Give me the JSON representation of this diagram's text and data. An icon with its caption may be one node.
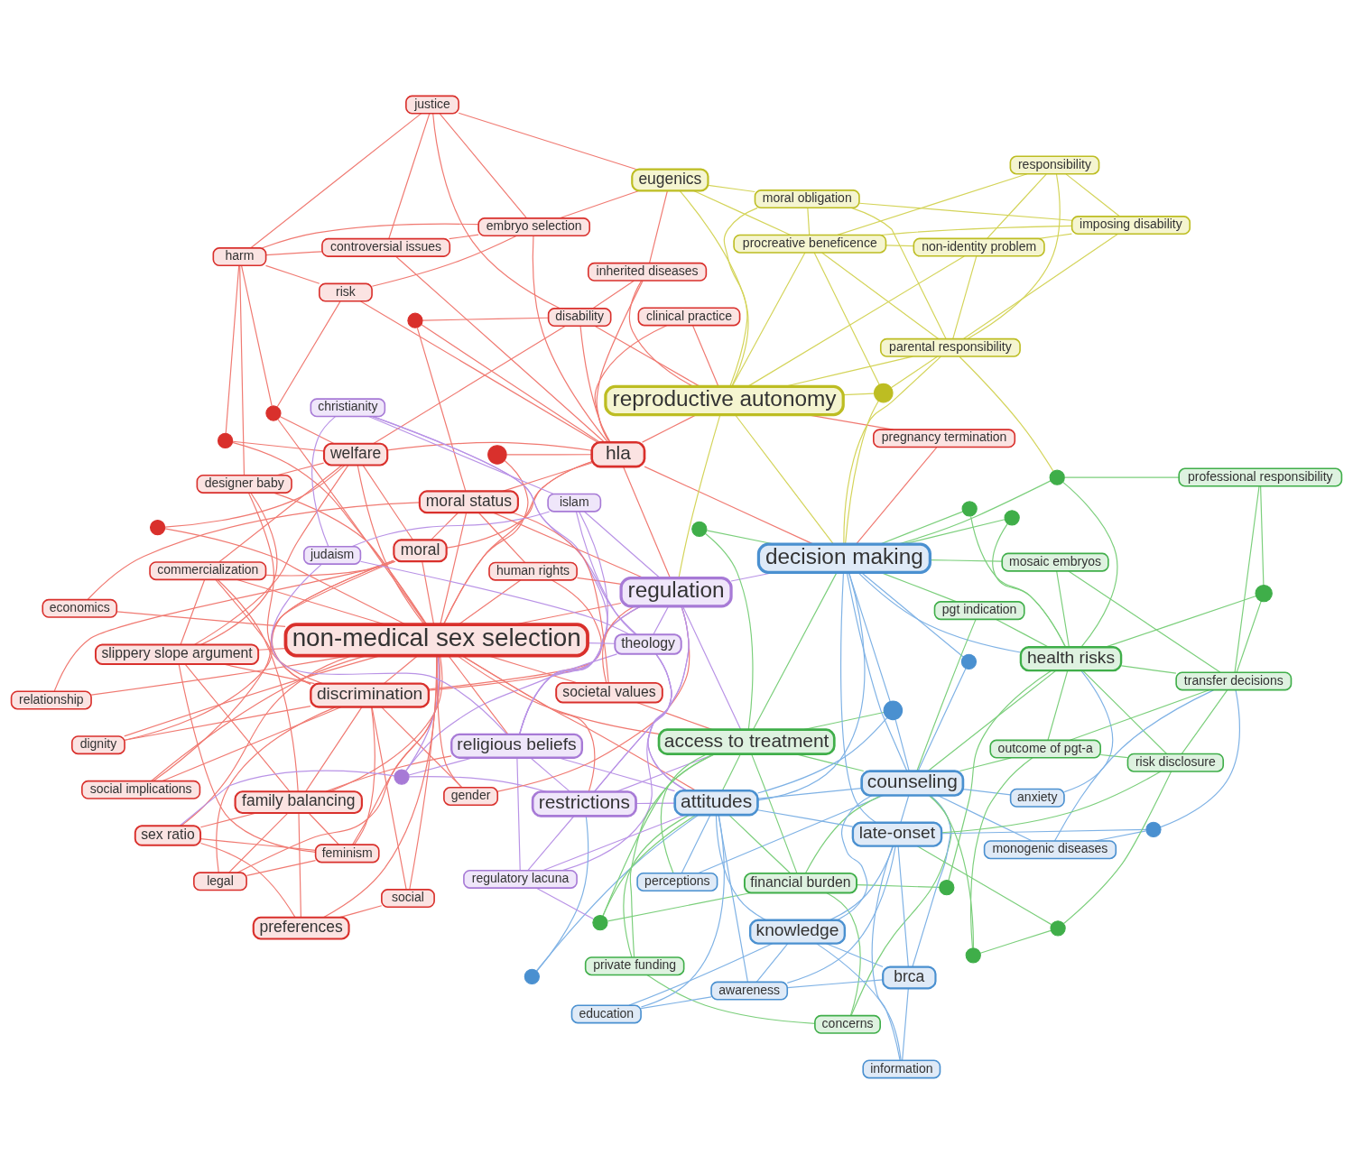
{
  "diagram": {
    "nodes": [
      {
        "text": [
          "designer baby"
        ]
      },
      {
        "text": [
          "slippery slope argument"
        ]
      },
      {
        "text": [
          "feminism"
        ]
      },
      {
        "text": [],
        "shape": "circle"
      },
      {
        "text": [],
        "shape": "circle"
      },
      {
        "text": [
          "commercialization"
        ]
      },
      {
        "text": [
          "harm"
        ]
      },
      {
        "text": [
          "dignity"
        ]
      },
      {
        "text": [
          "legal"
        ]
      },
      {
        "text": [],
        "shape": "circle"
      },
      {
        "text": [
          "welfare"
        ]
      },
      {
        "text": [
          "family balancing"
        ]
      },
      {
        "text": [
          "sex ratio"
        ]
      },
      {
        "text": [
          "social implications"
        ]
      },
      {
        "text": [
          "risk"
        ]
      },
      {
        "text": [
          "controversial issues"
        ]
      },
      {
        "text": [
          "discrimination"
        ]
      },
      {
        "text": [
          "relationship"
        ]
      },
      {
        "text": [],
        "shape": "circle"
      },
      {
        "text": [
          "embryo selection"
        ]
      },
      {
        "text": [
          "social"
        ]
      },
      {
        "text": [
          "preferences"
        ]
      },
      {
        "text": [
          "moral"
        ]
      },
      {
        "text": [
          "inherited diseases"
        ]
      },
      {
        "text": [
          "economics"
        ]
      },
      {
        "text": [
          "justice"
        ]
      },
      {
        "text": [
          "non-medical sex selection"
        ]
      },
      {
        "text": [],
        "shape": "circle"
      },
      {
        "text": [],
        "shape": "circle"
      },
      {
        "text": [
          "disability"
        ]
      },
      {
        "text": [
          "religious beliefs"
        ]
      },
      {
        "text": [
          "judaism"
        ]
      },
      {
        "text": [
          "eugenics"
        ]
      },
      {
        "text": [
          "moral obligation"
        ]
      },
      {
        "text": [
          "gender"
        ]
      },
      {
        "text": [
          "human rights"
        ]
      },
      {
        "text": [
          "imposing disability"
        ]
      },
      {
        "text": [
          "christianity"
        ]
      },
      {
        "text": [
          "clinical practice"
        ]
      },
      {
        "text": [
          "hla"
        ]
      },
      {
        "text": [
          "moral status"
        ]
      },
      {
        "text": [
          "islam"
        ]
      },
      {
        "text": [
          "procreative beneficence"
        ]
      },
      {
        "text": [
          "non-identity problem"
        ]
      },
      {
        "text": [
          "societal values"
        ]
      },
      {
        "text": [
          "reproductive autonomy"
        ]
      },
      {
        "text": [
          "regulation"
        ]
      },
      {
        "text": [],
        "shape": "circle"
      },
      {
        "text": [
          "restrictions"
        ]
      },
      {
        "text": [
          "theology"
        ]
      },
      {
        "text": [],
        "shape": "circle"
      },
      {
        "text": [
          "pregnancy termination"
        ]
      },
      {
        "text": [],
        "shape": "circle"
      },
      {
        "text": [],
        "shape": "circle"
      },
      {
        "text": [
          "responsibility"
        ]
      },
      {
        "text": [
          "access to treatment"
        ]
      },
      {
        "text": [],
        "shape": "circle"
      },
      {
        "text": [
          "decision making"
        ]
      },
      {
        "text": [],
        "shape": "circle"
      },
      {
        "text": [
          "parental responsibility"
        ]
      },
      {
        "text": [],
        "shape": "circle"
      },
      {
        "text": [
          "regulatory lacuna"
        ]
      },
      {
        "text": [
          "pgt indication"
        ]
      },
      {
        "text": [
          "perceptions"
        ]
      },
      {
        "text": [],
        "shape": "circle"
      },
      {
        "text": [
          "mosaic embryos"
        ]
      },
      {
        "text": [],
        "shape": "circle"
      },
      {
        "text": [
          "financial burden"
        ]
      },
      {
        "text": [],
        "shape": "circle"
      },
      {
        "text": [
          "anxiety"
        ]
      },
      {
        "text": [
          "private funding"
        ]
      },
      {
        "text": [
          "attitudes"
        ]
      },
      {
        "text": [],
        "shape": "circle"
      },
      {
        "text": [
          "health risks"
        ]
      },
      {
        "text": [
          "professional responsibility"
        ]
      },
      {
        "text": [
          "concerns"
        ]
      },
      {
        "text": [
          "transfer decisions"
        ]
      },
      {
        "text": [
          "counseling"
        ]
      },
      {
        "text": [
          "outcome of pgt-a"
        ]
      },
      {
        "text": [
          "knowledge"
        ]
      },
      {
        "text": [
          "education"
        ]
      },
      {
        "text": [],
        "shape": "circle"
      },
      {
        "text": [
          "monogenic diseases"
        ]
      },
      {
        "text": [],
        "shape": "circle"
      },
      {
        "text": [],
        "shape": "circle"
      },
      {
        "text": [
          "late-onset"
        ]
      },
      {
        "text": [
          "risk disclosure"
        ]
      },
      {
        "text": [
          "brca"
        ]
      },
      {
        "text": [
          "information"
        ]
      },
      {
        "text": [
          "awareness"
        ]
      }
    ],
    "edges": [
      {
        "from": 0,
        "to": 1,
        "arrow": "none"
      },
      {
        "from": 0,
        "to": 6,
        "arrow": "none"
      },
      {
        "from": 0,
        "to": 10,
        "arrow": "none"
      },
      {
        "from": 0,
        "to": 16,
        "arrow": "none"
      },
      {
        "from": 0,
        "to": 26,
        "arrow": "none"
      },
      {
        "from": 1,
        "to": 2,
        "arrow": "none"
      },
      {
        "from": 1,
        "to": 5,
        "arrow": "none"
      },
      {
        "from": 1,
        "to": 10,
        "arrow": "none"
      },
      {
        "from": 1,
        "to": 11,
        "arrow": "none"
      },
      {
        "from": 1,
        "to": 16,
        "arrow": "none"
      },
      {
        "from": 1,
        "to": 26,
        "arrow": "none"
      },
      {
        "from": 2,
        "to": 8,
        "arrow": "none"
      },
      {
        "from": 2,
        "to": 11,
        "arrow": "none"
      },
      {
        "from": 2,
        "to": 12,
        "arrow": "none"
      },
      {
        "from": 2,
        "to": 16,
        "arrow": "none"
      },
      {
        "from": 2,
        "to": 26,
        "arrow": "none"
      },
      {
        "from": 3,
        "to": 6,
        "arrow": "none"
      },
      {
        "from": 3,
        "to": 10,
        "arrow": "none"
      },
      {
        "from": 3,
        "to": 14,
        "arrow": "none"
      },
      {
        "from": 3,
        "to": 26,
        "arrow": "none"
      },
      {
        "from": 4,
        "to": 6,
        "arrow": "none"
      },
      {
        "from": 4,
        "to": 10,
        "arrow": "none"
      },
      {
        "from": 4,
        "to": 26,
        "arrow": "none"
      },
      {
        "from": 5,
        "to": 10,
        "arrow": "none"
      },
      {
        "from": 5,
        "to": 11,
        "arrow": "none"
      },
      {
        "from": 5,
        "to": 16,
        "arrow": "none"
      },
      {
        "from": 5,
        "to": 22,
        "arrow": "none"
      },
      {
        "from": 5,
        "to": 26,
        "arrow": "none"
      },
      {
        "from": 6,
        "to": 14,
        "arrow": "none"
      },
      {
        "from": 6,
        "to": 15,
        "arrow": "none"
      },
      {
        "from": 6,
        "to": 19,
        "arrow": "none"
      },
      {
        "from": 6,
        "to": 25,
        "arrow": "none"
      },
      {
        "from": 7,
        "to": 16,
        "arrow": "none"
      },
      {
        "from": 7,
        "to": 22,
        "arrow": "none"
      },
      {
        "from": 7,
        "to": 26,
        "arrow": "none"
      },
      {
        "from": 8,
        "to": 11,
        "arrow": "none"
      },
      {
        "from": 8,
        "to": 16,
        "arrow": "none"
      },
      {
        "from": 8,
        "to": 26,
        "arrow": "none"
      },
      {
        "from": 9,
        "to": 10,
        "arrow": "none"
      },
      {
        "from": 9,
        "to": 26,
        "arrow": "none"
      },
      {
        "from": 10,
        "to": 22,
        "arrow": "none"
      },
      {
        "from": 10,
        "to": 29,
        "arrow": "none"
      },
      {
        "from": 10,
        "to": 39,
        "arrow": "none"
      },
      {
        "from": 10,
        "to": 26,
        "arrow": "none"
      },
      {
        "from": 11,
        "to": 12,
        "arrow": "none"
      },
      {
        "from": 11,
        "to": 21,
        "arrow": "none"
      },
      {
        "from": 11,
        "to": 16,
        "arrow": "none"
      },
      {
        "from": 11,
        "to": 26,
        "arrow": "none"
      },
      {
        "from": 11,
        "to": 30,
        "arrow": "none"
      },
      {
        "from": 12,
        "to": 21,
        "arrow": "none"
      },
      {
        "from": 12,
        "to": 26,
        "arrow": "none"
      },
      {
        "from": 13,
        "to": 16,
        "arrow": "none"
      },
      {
        "from": 13,
        "to": 22,
        "arrow": "none"
      },
      {
        "from": 13,
        "to": 26,
        "arrow": "none"
      },
      {
        "from": 14,
        "to": 19,
        "arrow": "none"
      },
      {
        "from": 14,
        "to": 39,
        "arrow": "none"
      },
      {
        "from": 15,
        "to": 19,
        "arrow": "none"
      },
      {
        "from": 15,
        "to": 25,
        "arrow": "none"
      },
      {
        "from": 15,
        "to": 39,
        "arrow": "none"
      },
      {
        "from": 16,
        "to": 20,
        "arrow": "none"
      },
      {
        "from": 16,
        "to": 22,
        "arrow": "none"
      },
      {
        "from": 16,
        "to": 26,
        "arrow": "none"
      },
      {
        "from": 16,
        "to": 34,
        "arrow": "none"
      },
      {
        "from": 16,
        "to": 35,
        "arrow": "none"
      },
      {
        "from": 16,
        "to": 46,
        "arrow": "none"
      },
      {
        "from": 17,
        "to": 22,
        "arrow": "none"
      },
      {
        "from": 17,
        "to": 26,
        "arrow": "none"
      },
      {
        "from": 19,
        "to": 25,
        "arrow": "none"
      },
      {
        "from": 19,
        "to": 32,
        "arrow": "none"
      },
      {
        "from": 19,
        "to": 39,
        "arrow": "none"
      },
      {
        "from": 20,
        "to": 21,
        "arrow": "none"
      },
      {
        "from": 20,
        "to": 26,
        "arrow": "none"
      },
      {
        "from": 21,
        "to": 26,
        "arrow": "none"
      },
      {
        "from": 22,
        "to": 26,
        "arrow": "none"
      },
      {
        "from": 22,
        "to": 39,
        "arrow": "none"
      },
      {
        "from": 22,
        "to": 40,
        "arrow": "none"
      },
      {
        "from": 23,
        "to": 29,
        "arrow": "none"
      },
      {
        "from": 23,
        "to": 32,
        "arrow": "none"
      },
      {
        "from": 23,
        "to": 39,
        "arrow": "none"
      },
      {
        "from": 23,
        "to": 45,
        "arrow": "none"
      },
      {
        "from": 24,
        "to": 26,
        "arrow": "none"
      },
      {
        "from": 24,
        "to": 40,
        "arrow": "none"
      },
      {
        "from": 25,
        "to": 29,
        "arrow": "none"
      },
      {
        "from": 25,
        "to": 32,
        "arrow": "none"
      },
      {
        "from": 26,
        "to": 27,
        "arrow": "none"
      },
      {
        "from": 26,
        "to": 30,
        "arrow": "none"
      },
      {
        "from": 26,
        "to": 34,
        "arrow": "none"
      },
      {
        "from": 26,
        "to": 35,
        "arrow": "none"
      },
      {
        "from": 26,
        "to": 39,
        "arrow": "none"
      },
      {
        "from": 26,
        "to": 40,
        "arrow": "none"
      },
      {
        "from": 26,
        "to": 44,
        "arrow": "none"
      },
      {
        "from": 26,
        "to": 46,
        "arrow": "none"
      },
      {
        "from": 26,
        "to": 48,
        "arrow": "none"
      },
      {
        "from": 26,
        "to": 55,
        "arrow": "none"
      },
      {
        "from": 26,
        "to": 71,
        "arrow": "none"
      },
      {
        "from": 27,
        "to": 39,
        "arrow": "none"
      },
      {
        "from": 28,
        "to": 29,
        "arrow": "none"
      },
      {
        "from": 28,
        "to": 39,
        "arrow": "none"
      },
      {
        "from": 28,
        "to": 40,
        "arrow": "none"
      },
      {
        "from": 29,
        "to": 39,
        "arrow": "none"
      },
      {
        "from": 29,
        "to": 45,
        "arrow": "none"
      },
      {
        "from": 34,
        "to": 46,
        "arrow": "none"
      },
      {
        "from": 35,
        "to": 40,
        "arrow": "none"
      },
      {
        "from": 35,
        "to": 46,
        "arrow": "none"
      },
      {
        "from": 38,
        "to": 39,
        "arrow": "none"
      },
      {
        "from": 38,
        "to": 45,
        "arrow": "none"
      },
      {
        "from": 39,
        "to": 40,
        "arrow": "none"
      },
      {
        "from": 39,
        "to": 45,
        "arrow": "none"
      },
      {
        "from": 39,
        "to": 46,
        "arrow": "none"
      },
      {
        "from": 39,
        "to": 57,
        "arrow": "none"
      },
      {
        "from": 40,
        "to": 44,
        "arrow": "none"
      },
      {
        "from": 40,
        "to": 46,
        "arrow": "none"
      },
      {
        "from": 44,
        "to": 46,
        "arrow": "none"
      },
      {
        "from": 44,
        "to": 55,
        "arrow": "none"
      },
      {
        "from": 51,
        "to": 57,
        "arrow": "none"
      },
      {
        "from": 51,
        "to": 45,
        "arrow": "none"
      },
      {
        "from": 18,
        "to": 12,
        "arrow": "none",
        "color": "#b993e6"
      },
      {
        "from": 18,
        "to": 26,
        "arrow": "none",
        "color": "#b993e6"
      },
      {
        "from": 18,
        "to": 30,
        "arrow": "none",
        "color": "#b993e6"
      },
      {
        "from": 18,
        "to": 46,
        "arrow": "none",
        "color": "#b993e6"
      },
      {
        "from": 18,
        "to": 48,
        "arrow": "none",
        "color": "#b993e6"
      },
      {
        "from": 30,
        "to": 31,
        "arrow": "none",
        "color": "#b993e6"
      },
      {
        "from": 30,
        "to": 37,
        "arrow": "none",
        "color": "#b993e6"
      },
      {
        "from": 30,
        "to": 41,
        "arrow": "none",
        "color": "#b993e6"
      },
      {
        "from": 30,
        "to": 46,
        "arrow": "none",
        "color": "#b993e6"
      },
      {
        "from": 30,
        "to": 48,
        "arrow": "none",
        "color": "#b993e6"
      },
      {
        "from": 30,
        "to": 49,
        "arrow": "none",
        "color": "#b993e6"
      },
      {
        "from": 30,
        "to": 61,
        "arrow": "none",
        "color": "#b993e6"
      },
      {
        "from": 30,
        "to": 71,
        "arrow": "none",
        "color": "#b993e6"
      },
      {
        "from": 31,
        "to": 37,
        "arrow": "none",
        "color": "#b993e6"
      },
      {
        "from": 31,
        "to": 41,
        "arrow": "none",
        "color": "#b993e6"
      },
      {
        "from": 31,
        "to": 49,
        "arrow": "none",
        "color": "#b993e6"
      },
      {
        "from": 37,
        "to": 41,
        "arrow": "none",
        "color": "#b993e6"
      },
      {
        "from": 37,
        "to": 49,
        "arrow": "none",
        "color": "#b993e6"
      },
      {
        "from": 41,
        "to": 49,
        "arrow": "none",
        "color": "#b993e6"
      },
      {
        "from": 41,
        "to": 46,
        "arrow": "none",
        "color": "#b993e6"
      },
      {
        "from": 46,
        "to": 48,
        "arrow": "none",
        "color": "#b993e6"
      },
      {
        "from": 46,
        "to": 49,
        "arrow": "none",
        "color": "#b993e6"
      },
      {
        "from": 46,
        "to": 55,
        "arrow": "none",
        "color": "#b993e6"
      },
      {
        "from": 46,
        "to": 71,
        "arrow": "none",
        "color": "#b993e6"
      },
      {
        "from": 46,
        "to": 57,
        "arrow": "none",
        "color": "#b993e6"
      },
      {
        "from": 48,
        "to": 49,
        "arrow": "none",
        "color": "#b993e6"
      },
      {
        "from": 48,
        "to": 61,
        "arrow": "none",
        "color": "#b993e6"
      },
      {
        "from": 48,
        "to": 55,
        "arrow": "none",
        "color": "#b993e6"
      },
      {
        "from": 48,
        "to": 71,
        "arrow": "none",
        "color": "#b993e6"
      },
      {
        "from": 49,
        "to": 61,
        "arrow": "none",
        "color": "#b993e6"
      },
      {
        "from": 49,
        "to": 71,
        "arrow": "none",
        "color": "#b993e6"
      },
      {
        "from": 49,
        "to": 26,
        "arrow": "none",
        "color": "#b993e6"
      },
      {
        "from": 61,
        "to": 68,
        "arrow": "none",
        "color": "#b993e6"
      },
      {
        "from": 61,
        "to": 71,
        "arrow": "none",
        "color": "#b993e6"
      },
      {
        "from": 32,
        "to": 45,
        "arrow": "none",
        "color": "#d4d45a"
      },
      {
        "from": 32,
        "to": 33,
        "arrow": "none",
        "color": "#d4d45a"
      },
      {
        "from": 32,
        "to": 42,
        "arrow": "none",
        "color": "#d4d45a"
      },
      {
        "from": 33,
        "to": 36,
        "arrow": "none",
        "color": "#d4d45a"
      },
      {
        "from": 33,
        "to": 42,
        "arrow": "none",
        "color": "#d4d45a"
      },
      {
        "from": 33,
        "to": 45,
        "arrow": "none",
        "color": "#d4d45a"
      },
      {
        "from": 33,
        "to": 59,
        "arrow": "none",
        "color": "#d4d45a"
      },
      {
        "from": 36,
        "to": 42,
        "arrow": "none",
        "color": "#d4d45a"
      },
      {
        "from": 36,
        "to": 43,
        "arrow": "none",
        "color": "#d4d45a"
      },
      {
        "from": 36,
        "to": 59,
        "arrow": "none",
        "color": "#d4d45a"
      },
      {
        "from": 36,
        "to": 54,
        "arrow": "none",
        "color": "#d4d45a"
      },
      {
        "from": 42,
        "to": 43,
        "arrow": "none",
        "color": "#d4d45a"
      },
      {
        "from": 42,
        "to": 45,
        "arrow": "none",
        "color": "#d4d45a"
      },
      {
        "from": 42,
        "to": 47,
        "arrow": "none",
        "color": "#d4d45a"
      },
      {
        "from": 42,
        "to": 59,
        "arrow": "none",
        "color": "#d4d45a"
      },
      {
        "from": 42,
        "to": 54,
        "arrow": "none",
        "color": "#d4d45a"
      },
      {
        "from": 43,
        "to": 54,
        "arrow": "none",
        "color": "#d4d45a"
      },
      {
        "from": 43,
        "to": 59,
        "arrow": "none",
        "color": "#d4d45a"
      },
      {
        "from": 43,
        "to": 45,
        "arrow": "none",
        "color": "#d4d45a"
      },
      {
        "from": 45,
        "to": 47,
        "arrow": "none",
        "color": "#d4d45a"
      },
      {
        "from": 45,
        "to": 57,
        "arrow": "none",
        "color": "#d4d45a"
      },
      {
        "from": 45,
        "to": 46,
        "arrow": "none",
        "color": "#d4d45a"
      },
      {
        "from": 45,
        "to": 59,
        "arrow": "none",
        "color": "#d4d45a"
      },
      {
        "from": 47,
        "to": 57,
        "arrow": "none",
        "color": "#d4d45a"
      },
      {
        "from": 47,
        "to": 59,
        "arrow": "none",
        "color": "#d4d45a"
      },
      {
        "from": 54,
        "to": 59,
        "arrow": "none",
        "color": "#d4d45a"
      },
      {
        "from": 59,
        "to": 57,
        "arrow": "none",
        "color": "#d4d45a"
      },
      {
        "from": 59,
        "to": 60,
        "arrow": "none",
        "color": "#d4d45a"
      },
      {
        "from": 52,
        "to": 55,
        "arrow": "none",
        "color": "#7ccf7c"
      },
      {
        "from": 52,
        "to": 57,
        "arrow": "none",
        "color": "#7ccf7c"
      },
      {
        "from": 53,
        "to": 57,
        "arrow": "none",
        "color": "#7ccf7c"
      },
      {
        "from": 53,
        "to": 73,
        "arrow": "none",
        "color": "#7ccf7c"
      },
      {
        "from": 55,
        "to": 56,
        "arrow": "none",
        "color": "#7ccf7c"
      },
      {
        "from": 55,
        "to": 57,
        "arrow": "none",
        "color": "#7ccf7c"
      },
      {
        "from": 55,
        "to": 63,
        "arrow": "none",
        "color": "#7ccf7c"
      },
      {
        "from": 55,
        "to": 67,
        "arrow": "none",
        "color": "#7ccf7c"
      },
      {
        "from": 55,
        "to": 70,
        "arrow": "none",
        "color": "#7ccf7c"
      },
      {
        "from": 55,
        "to": 71,
        "arrow": "none",
        "color": "#7ccf7c"
      },
      {
        "from": 55,
        "to": 77,
        "arrow": "none",
        "color": "#7ccf7c"
      },
      {
        "from": 55,
        "to": 68,
        "arrow": "none",
        "color": "#7ccf7c"
      },
      {
        "from": 60,
        "to": 73,
        "arrow": "none",
        "color": "#7ccf7c"
      },
      {
        "from": 60,
        "to": 74,
        "arrow": "none",
        "color": "#7ccf7c"
      },
      {
        "from": 60,
        "to": 57,
        "arrow": "none",
        "color": "#7ccf7c"
      },
      {
        "from": 62,
        "to": 73,
        "arrow": "none",
        "color": "#7ccf7c"
      },
      {
        "from": 62,
        "to": 77,
        "arrow": "none",
        "color": "#7ccf7c"
      },
      {
        "from": 62,
        "to": 57,
        "arrow": "none",
        "color": "#7ccf7c"
      },
      {
        "from": 64,
        "to": 73,
        "arrow": "none",
        "color": "#7ccf7c"
      },
      {
        "from": 64,
        "to": 57,
        "arrow": "none",
        "color": "#7ccf7c"
      },
      {
        "from": 65,
        "to": 73,
        "arrow": "none",
        "color": "#7ccf7c"
      },
      {
        "from": 65,
        "to": 76,
        "arrow": "none",
        "color": "#7ccf7c"
      },
      {
        "from": 65,
        "to": 57,
        "arrow": "none",
        "color": "#7ccf7c"
      },
      {
        "from": 66,
        "to": 67,
        "arrow": "none",
        "color": "#7ccf7c"
      },
      {
        "from": 66,
        "to": 73,
        "arrow": "none",
        "color": "#7ccf7c"
      },
      {
        "from": 67,
        "to": 68,
        "arrow": "none",
        "color": "#7ccf7c"
      },
      {
        "from": 67,
        "to": 71,
        "arrow": "none",
        "color": "#7ccf7c"
      },
      {
        "from": 67,
        "to": 75,
        "arrow": "none",
        "color": "#7ccf7c"
      },
      {
        "from": 67,
        "to": 77,
        "arrow": "none",
        "color": "#7ccf7c"
      },
      {
        "from": 68,
        "to": 71,
        "arrow": "none",
        "color": "#7ccf7c"
      },
      {
        "from": 70,
        "to": 71,
        "arrow": "none",
        "color": "#7ccf7c"
      },
      {
        "from": 70,
        "to": 75,
        "arrow": "none",
        "color": "#7ccf7c"
      },
      {
        "from": 72,
        "to": 73,
        "arrow": "none",
        "color": "#7ccf7c"
      },
      {
        "from": 72,
        "to": 74,
        "arrow": "none",
        "color": "#7ccf7c"
      },
      {
        "from": 72,
        "to": 76,
        "arrow": "none",
        "color": "#7ccf7c"
      },
      {
        "from": 73,
        "to": 77,
        "arrow": "none",
        "color": "#7ccf7c"
      },
      {
        "from": 73,
        "to": 76,
        "arrow": "none",
        "color": "#7ccf7c"
      },
      {
        "from": 73,
        "to": 78,
        "arrow": "none",
        "color": "#7ccf7c"
      },
      {
        "from": 73,
        "to": 86,
        "arrow": "none",
        "color": "#7ccf7c"
      },
      {
        "from": 74,
        "to": 76,
        "arrow": "none",
        "color": "#7ccf7c"
      },
      {
        "from": 75,
        "to": 77,
        "arrow": "none",
        "color": "#7ccf7c"
      },
      {
        "from": 76,
        "to": 78,
        "arrow": "none",
        "color": "#7ccf7c"
      },
      {
        "from": 76,
        "to": 86,
        "arrow": "none",
        "color": "#7ccf7c"
      },
      {
        "from": 78,
        "to": 83,
        "arrow": "none",
        "color": "#7ccf7c"
      },
      {
        "from": 78,
        "to": 86,
        "arrow": "none",
        "color": "#7ccf7c"
      },
      {
        "from": 78,
        "to": 77,
        "arrow": "none",
        "color": "#7ccf7c"
      },
      {
        "from": 83,
        "to": 84,
        "arrow": "none",
        "color": "#7ccf7c"
      },
      {
        "from": 83,
        "to": 77,
        "arrow": "none",
        "color": "#7ccf7c"
      },
      {
        "from": 84,
        "to": 85,
        "arrow": "none",
        "color": "#7ccf7c"
      },
      {
        "from": 84,
        "to": 86,
        "arrow": "none",
        "color": "#7ccf7c"
      },
      {
        "from": 86,
        "to": 85,
        "arrow": "none",
        "color": "#7ccf7c"
      },
      {
        "from": 50,
        "to": 48,
        "arrow": "none",
        "color": "#7fb2e5"
      },
      {
        "from": 50,
        "to": 71,
        "arrow": "none",
        "color": "#7fb2e5"
      },
      {
        "from": 56,
        "to": 57,
        "arrow": "none",
        "color": "#7fb2e5"
      },
      {
        "from": 56,
        "to": 71,
        "arrow": "none",
        "color": "#7fb2e5"
      },
      {
        "from": 56,
        "to": 77,
        "arrow": "none",
        "color": "#7fb2e5"
      },
      {
        "from": 57,
        "to": 77,
        "arrow": "none",
        "color": "#7fb2e5"
      },
      {
        "from": 57,
        "to": 58,
        "arrow": "none",
        "color": "#7fb2e5"
      },
      {
        "from": 57,
        "to": 71,
        "arrow": "none",
        "color": "#7fb2e5"
      },
      {
        "from": 57,
        "to": 85,
        "arrow": "none",
        "color": "#7fb2e5"
      },
      {
        "from": 57,
        "to": 73,
        "arrow": "none",
        "color": "#7fb2e5"
      },
      {
        "from": 58,
        "to": 77,
        "arrow": "none",
        "color": "#7fb2e5"
      },
      {
        "from": 63,
        "to": 71,
        "arrow": "none",
        "color": "#7fb2e5"
      },
      {
        "from": 63,
        "to": 77,
        "arrow": "none",
        "color": "#7fb2e5"
      },
      {
        "from": 69,
        "to": 77,
        "arrow": "none",
        "color": "#7fb2e5"
      },
      {
        "from": 69,
        "to": 73,
        "arrow": "none",
        "color": "#7fb2e5"
      },
      {
        "from": 71,
        "to": 77,
        "arrow": "none",
        "color": "#7fb2e5"
      },
      {
        "from": 71,
        "to": 79,
        "arrow": "none",
        "color": "#7fb2e5"
      },
      {
        "from": 71,
        "to": 85,
        "arrow": "none",
        "color": "#7fb2e5"
      },
      {
        "from": 71,
        "to": 80,
        "arrow": "none",
        "color": "#7fb2e5"
      },
      {
        "from": 71,
        "to": 89,
        "arrow": "none",
        "color": "#7fb2e5"
      },
      {
        "from": 77,
        "to": 79,
        "arrow": "none",
        "color": "#7fb2e5"
      },
      {
        "from": 77,
        "to": 85,
        "arrow": "none",
        "color": "#7fb2e5"
      },
      {
        "from": 77,
        "to": 87,
        "arrow": "none",
        "color": "#7fb2e5"
      },
      {
        "from": 77,
        "to": 82,
        "arrow": "none",
        "color": "#7fb2e5"
      },
      {
        "from": 79,
        "to": 80,
        "arrow": "none",
        "color": "#7fb2e5"
      },
      {
        "from": 79,
        "to": 89,
        "arrow": "none",
        "color": "#7fb2e5"
      },
      {
        "from": 79,
        "to": 85,
        "arrow": "none",
        "color": "#7fb2e5"
      },
      {
        "from": 79,
        "to": 87,
        "arrow": "none",
        "color": "#7fb2e5"
      },
      {
        "from": 79,
        "to": 88,
        "arrow": "none",
        "color": "#7fb2e5"
      },
      {
        "from": 80,
        "to": 89,
        "arrow": "none",
        "color": "#7fb2e5"
      },
      {
        "from": 81,
        "to": 82,
        "arrow": "none",
        "color": "#7fb2e5"
      },
      {
        "from": 81,
        "to": 76,
        "arrow": "none",
        "color": "#7fb2e5"
      },
      {
        "from": 81,
        "to": 85,
        "arrow": "none",
        "color": "#7fb2e5"
      },
      {
        "from": 82,
        "to": 76,
        "arrow": "none",
        "color": "#7fb2e5"
      },
      {
        "from": 85,
        "to": 87,
        "arrow": "none",
        "color": "#7fb2e5"
      },
      {
        "from": 85,
        "to": 88,
        "arrow": "none",
        "color": "#7fb2e5"
      },
      {
        "from": 85,
        "to": 89,
        "arrow": "none",
        "color": "#7fb2e5"
      },
      {
        "from": 87,
        "to": 88,
        "arrow": "none",
        "color": "#7fb2e5"
      },
      {
        "from": 87,
        "to": 89,
        "arrow": "none",
        "color": "#7fb2e5"
      }
    ]
  }
}
